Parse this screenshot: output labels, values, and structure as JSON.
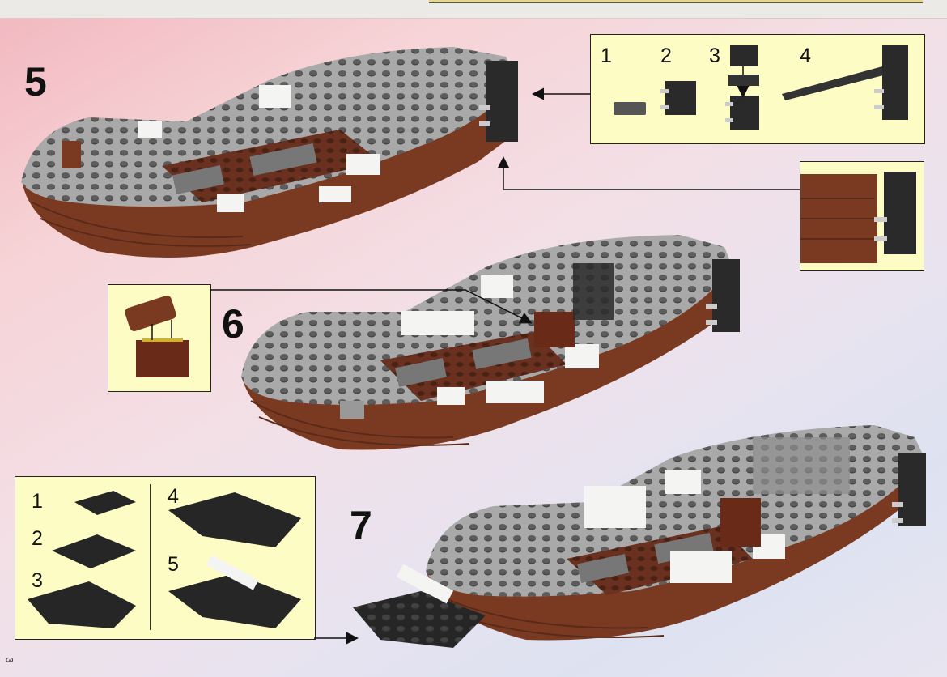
{
  "steps": {
    "s5": "5",
    "s6": "6",
    "s7": "7"
  },
  "callout_top": {
    "n1": "1",
    "n2": "2",
    "n3": "3",
    "n4": "4"
  },
  "callout_bottom": {
    "n1": "1",
    "n2": "2",
    "n3": "3",
    "n4": "4",
    "n5": "5"
  },
  "page_number": "3",
  "colors": {
    "hull": "#7a3a22",
    "gray": "#a8a8a8",
    "black": "#2a2a2a",
    "callout_bg": "#fdfcc4",
    "white_brick": "#f4f4f2"
  }
}
